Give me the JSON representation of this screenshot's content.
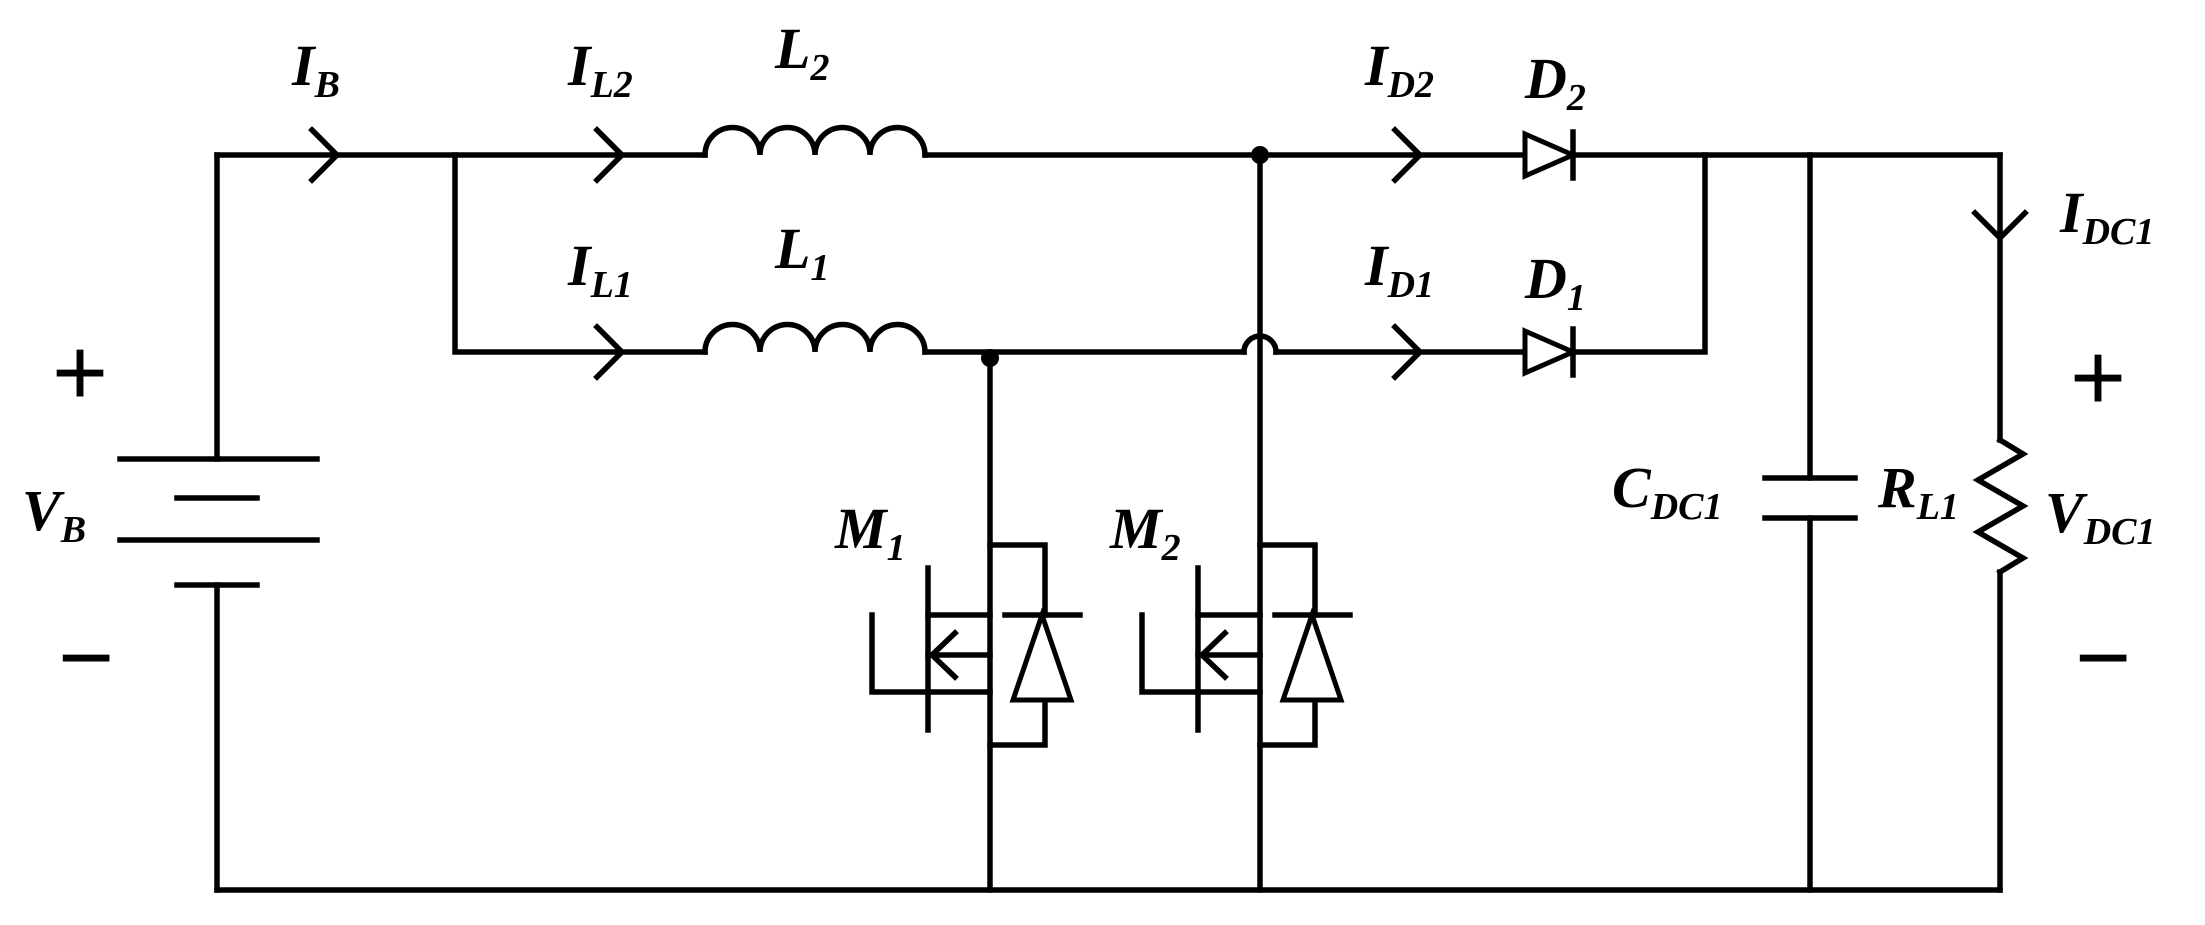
{
  "labels": {
    "vb": {
      "main": "V",
      "sub": "B"
    },
    "ib": {
      "main": "I",
      "sub": "B"
    },
    "il2": {
      "main": "I",
      "sub": "L2"
    },
    "il1": {
      "main": "I",
      "sub": "L1"
    },
    "l2": {
      "main": "L",
      "sub": "2"
    },
    "l1": {
      "main": "L",
      "sub": "1"
    },
    "id2": {
      "main": "I",
      "sub": "D2"
    },
    "id1": {
      "main": "I",
      "sub": "D1"
    },
    "d2": {
      "main": "D",
      "sub": "2"
    },
    "d1": {
      "main": "D",
      "sub": "1"
    },
    "m1": {
      "main": "M",
      "sub": "1"
    },
    "m2": {
      "main": "M",
      "sub": "2"
    },
    "cdc1": {
      "main": "C",
      "sub": "DC1"
    },
    "rl1": {
      "main": "R",
      "sub": "L1"
    },
    "idc1": {
      "main": "I",
      "sub": "DC1"
    },
    "vdc1": {
      "main": "V",
      "sub": "DC1"
    }
  },
  "signs": {
    "plus": "+",
    "minus": "−"
  }
}
